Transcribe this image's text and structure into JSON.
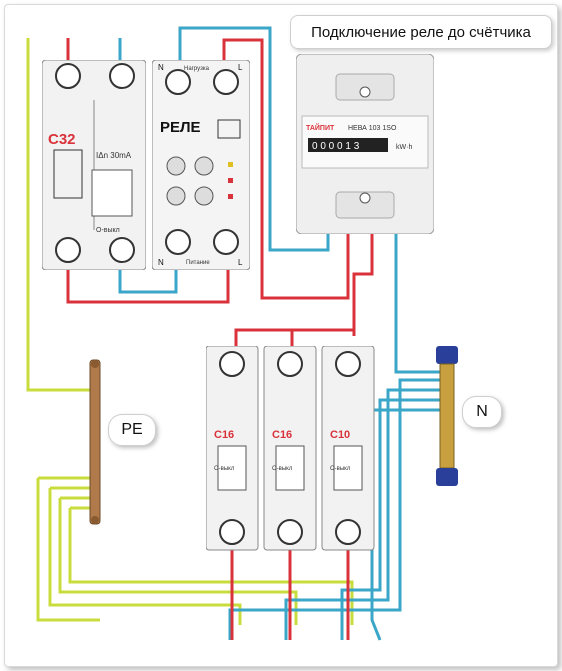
{
  "title": "Подключение реле до счётчика",
  "labels": {
    "pe": "PE",
    "n": "N"
  },
  "rcd": {
    "rating": "C32",
    "leak": "IΔn 30mA",
    "off": "О-выкл"
  },
  "relay": {
    "name": "РЕЛЕ",
    "load": "Нагрузка",
    "supply": "Питание",
    "n_left": "N",
    "l_right": "L",
    "n_left_bottom": "N",
    "l_right_bottom": "L"
  },
  "meter": {
    "brand": "ТАЙПИТ",
    "model": "НЕВА 103 1SO",
    "digits": "0 0 0 0 1 3",
    "unit": "kW·h"
  },
  "breakers": [
    {
      "rating": "C16",
      "off": "О-выкл"
    },
    {
      "rating": "C16",
      "off": "О-выкл"
    },
    {
      "rating": "C10",
      "off": "О-выкл"
    }
  ],
  "colors": {
    "phase": "#d9323a",
    "neutral": "#3aa6c8",
    "ground": "#c8dc3c",
    "busbar": "#b07a4a",
    "device": "#f2f2f2"
  }
}
